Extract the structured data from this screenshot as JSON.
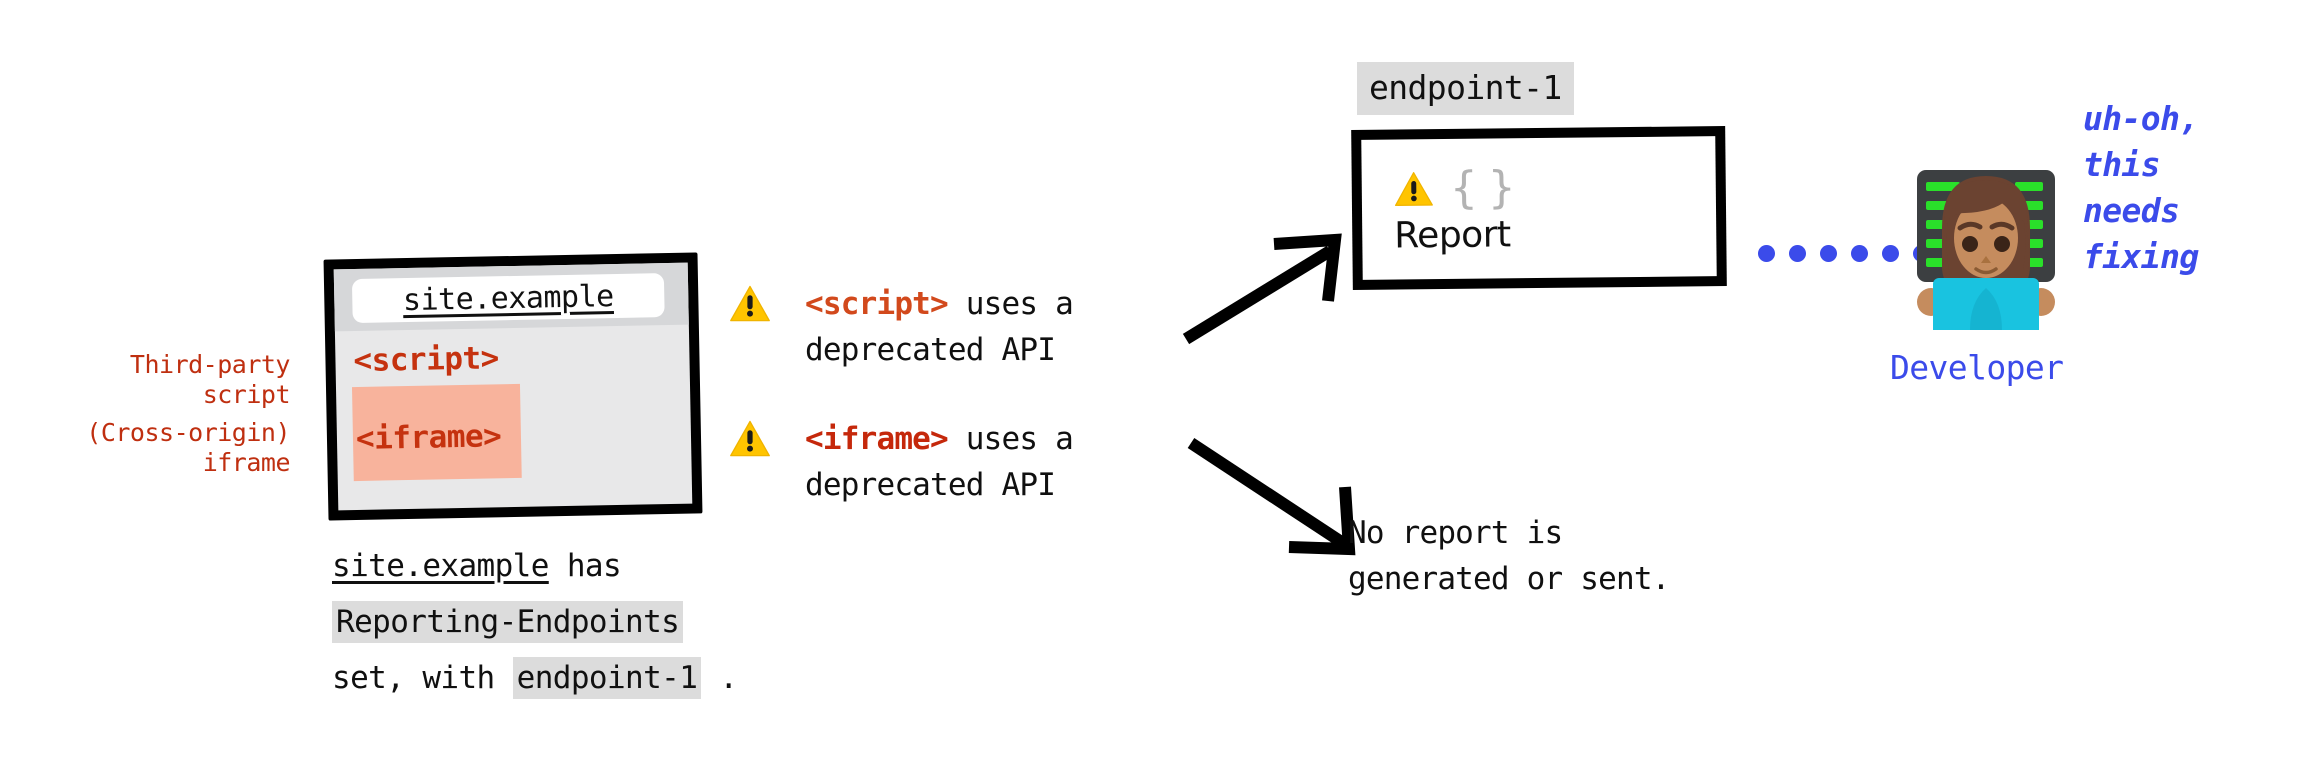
{
  "diagram": {
    "title": "Reporting endpoints: third-party script vs cross-origin iframe",
    "colors": {
      "code_red": "#c5320f",
      "label_red": "#bf2f10",
      "script_tag_orange": "#d2491c",
      "iframe_tag_red": "#c5280b",
      "developer_blue": "#3b4bea",
      "chip_gray": "#dcdcdc",
      "iframe_highlight": "#f8b39c",
      "warning_yellow": "#ffc700"
    }
  },
  "side_labels": {
    "third_party_script": "Third-party\nscript",
    "cross_origin_iframe": "(Cross-origin)\niframe"
  },
  "browser": {
    "url": "site.example",
    "script_tag": "<script>",
    "iframe_tag": "<iframe>",
    "icons": {
      "url_bar": "address-bar-icon"
    }
  },
  "browser_caption": {
    "line1_site": "site.example",
    "line1_rest": " has",
    "line2_chip": "Reporting-Endpoints",
    "line3_prefix": "set, with ",
    "line3_chip": "endpoint-1",
    "line3_suffix": " ."
  },
  "warnings": [
    {
      "icon": "warning-triangle-icon",
      "tag": "<script>",
      "rest_line1": " uses a",
      "line2": "deprecated API"
    },
    {
      "icon": "warning-triangle-icon",
      "tag": "<iframe>",
      "rest_line1": " uses a",
      "line2": "deprecated API"
    }
  ],
  "endpoint": {
    "chip_label": "endpoint-1"
  },
  "report_box": {
    "warning_icon": "warning-triangle-icon",
    "braces": "{ }",
    "label": "Report"
  },
  "no_report": {
    "text": "No report is\ngenerated or sent."
  },
  "connector": {
    "icon": "dotted-line-icon",
    "dot_count": 6
  },
  "developer": {
    "avatar_icon": "woman-technologist-emoji",
    "label": "Developer",
    "quote": "uh-oh,\nthis\nneeds\nfixing"
  },
  "arrows": {
    "to_report": "arrow-up-right-icon",
    "to_no_report": "arrow-down-right-icon"
  }
}
